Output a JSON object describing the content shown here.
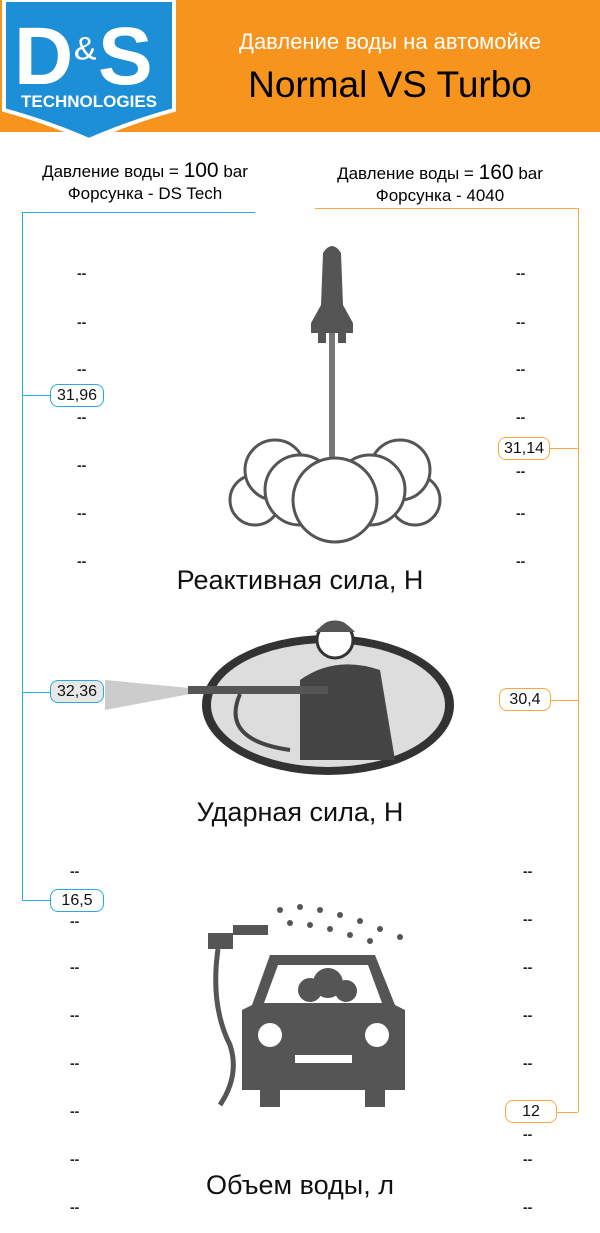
{
  "header": {
    "logo_text": "D&S TECHNOLOGIES",
    "subtitle": "Давление воды на автомойке",
    "title": "Normal VS Turbo"
  },
  "left": {
    "pressure_prefix": "Давление воды = ",
    "pressure_value": "100",
    "pressure_unit": " bar",
    "nozzle": "Форсунка - DS Tech",
    "values": {
      "reactive": "31,96",
      "impact": "32,36",
      "volume": "16,5"
    },
    "color": "#29a9e0"
  },
  "right": {
    "pressure_prefix": "Давление воды = ",
    "pressure_value": "160",
    "pressure_unit": " bar",
    "nozzle": "Форсунка - 4040",
    "values": {
      "reactive": "31,14",
      "impact": "30,4",
      "volume": "12"
    },
    "color": "#f7a840"
  },
  "sections": {
    "reactive": "Реактивная сила, Н",
    "impact": "Ударная сила, Н",
    "volume": "Объем воды, л"
  },
  "dash": "--"
}
